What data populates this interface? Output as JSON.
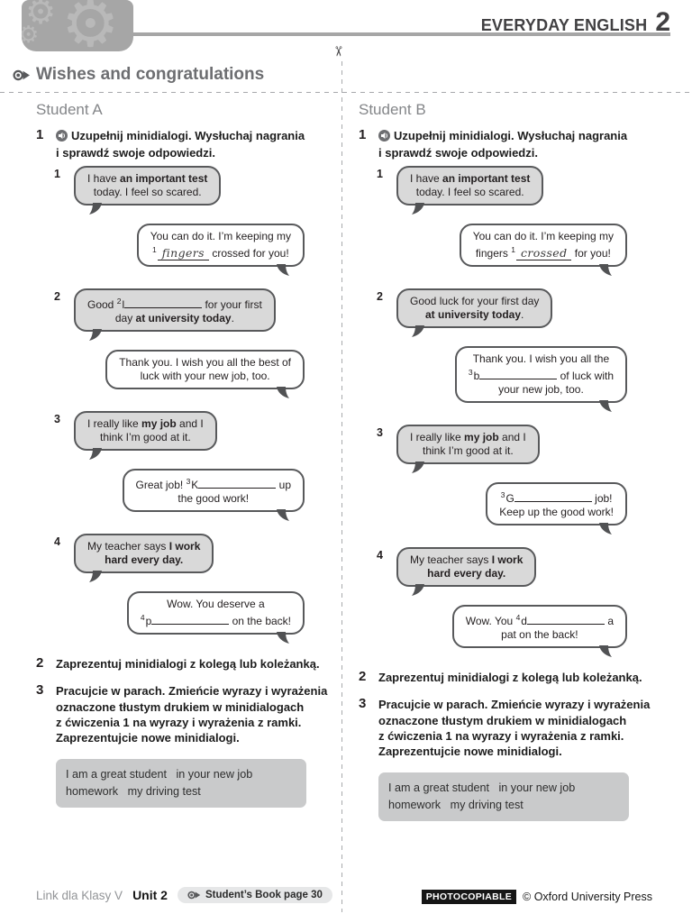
{
  "icons": {
    "gear": "⚙",
    "scissors": "✂"
  },
  "header": {
    "brand": "EVERYDAY ENGLISH",
    "number": "2",
    "section": "Wishes and congratulations"
  },
  "columns": [
    {
      "label": "Student A",
      "ex1_num": "1",
      "ex1_text": "Uzupełnij minidialogi. Wysłuchaj nagrania\ni sprawdź swoje odpowiedzi.",
      "dialogues": [
        {
          "num": "1",
          "bubbles": [
            {
              "tone": "gray",
              "side": "left",
              "lines": [
                [
                  {
                    "t": "I have "
                  },
                  {
                    "t": "an important test",
                    "b": true
                  }
                ],
                [
                  {
                    "t": "today. I feel so scared."
                  }
                ]
              ]
            },
            {
              "tone": "white",
              "side": "right",
              "lines": [
                [
                  {
                    "t": "You can do it. I’m keeping my"
                  }
                ],
                [
                  {
                    "t": "1",
                    "sup": true
                  },
                  {
                    "t": "fingers",
                    "hand": true
                  },
                  {
                    "t": " crossed for you!"
                  }
                ]
              ]
            }
          ]
        },
        {
          "num": "2",
          "bubbles": [
            {
              "tone": "gray",
              "side": "left",
              "lines": [
                [
                  {
                    "t": "Good "
                  },
                  {
                    "t": "2",
                    "sup": true
                  },
                  {
                    "t": "l"
                  },
                  {
                    "blank": 86
                  },
                  {
                    "t": " for your first"
                  }
                ],
                [
                  {
                    "t": "day "
                  },
                  {
                    "t": "at university today",
                    "b": true
                  },
                  {
                    "t": "."
                  }
                ]
              ]
            },
            {
              "tone": "white",
              "side": "right",
              "lines": [
                [
                  {
                    "t": "Thank you. I wish you all the best of"
                  }
                ],
                [
                  {
                    "t": "luck with your new job, too."
                  }
                ]
              ]
            }
          ]
        },
        {
          "num": "3",
          "bubbles": [
            {
              "tone": "gray",
              "side": "left",
              "lines": [
                [
                  {
                    "t": "I really like "
                  },
                  {
                    "t": "my job",
                    "b": true
                  },
                  {
                    "t": " and I"
                  }
                ],
                [
                  {
                    "t": "think I’m good at it."
                  }
                ]
              ]
            },
            {
              "tone": "white",
              "side": "right",
              "lines": [
                [
                  {
                    "t": "Great job! "
                  },
                  {
                    "t": "3",
                    "sup": true
                  },
                  {
                    "t": "K"
                  },
                  {
                    "blank": 86
                  },
                  {
                    "t": " up"
                  }
                ],
                [
                  {
                    "t": "the good work!"
                  }
                ]
              ]
            }
          ]
        },
        {
          "num": "4",
          "bubbles": [
            {
              "tone": "gray",
              "side": "left",
              "lines": [
                [
                  {
                    "t": "My teacher says "
                  },
                  {
                    "t": "I work",
                    "b": true
                  }
                ],
                [
                  {
                    "t": "hard every day.",
                    "b": true
                  }
                ]
              ]
            },
            {
              "tone": "white",
              "side": "right",
              "lines": [
                [
                  {
                    "t": "Wow. You deserve a"
                  }
                ],
                [
                  {
                    "t": "4",
                    "sup": true
                  },
                  {
                    "t": "p"
                  },
                  {
                    "blank": 86
                  },
                  {
                    "t": " on the back!"
                  }
                ]
              ]
            }
          ]
        }
      ],
      "ex2_num": "2",
      "ex2_text": "Zaprezentuj minidialogi z kolegą lub koleżanką.",
      "ex3_num": "3",
      "ex3_text": "Pracujcie w parach. Zmieńcie wyrazy i wyrażenia\noznaczone tłustym drukiem w minidialogach\nz ćwiczenia 1 na wyrazy i wyrażenia z ramki.\nZaprezentujcie nowe minidialogi.",
      "wordbox": "I am a great student   in your new job\nhomework   my driving test"
    },
    {
      "label": "Student B",
      "ex1_num": "1",
      "ex1_text": "Uzupełnij minidialogi. Wysłuchaj nagrania\ni sprawdź swoje odpowiedzi.",
      "dialogues": [
        {
          "num": "1",
          "bubbles": [
            {
              "tone": "gray",
              "side": "left",
              "lines": [
                [
                  {
                    "t": "I have "
                  },
                  {
                    "t": "an important test",
                    "b": true
                  }
                ],
                [
                  {
                    "t": "today. I feel so scared."
                  }
                ]
              ]
            },
            {
              "tone": "white",
              "side": "right",
              "lines": [
                [
                  {
                    "t": "You can do it. I’m keeping my"
                  }
                ],
                [
                  {
                    "t": "fingers "
                  },
                  {
                    "t": "1",
                    "sup": true
                  },
                  {
                    "t": "crossed",
                    "hand": true
                  },
                  {
                    "t": " for you!"
                  }
                ]
              ]
            }
          ]
        },
        {
          "num": "2",
          "bubbles": [
            {
              "tone": "gray",
              "side": "left",
              "lines": [
                [
                  {
                    "t": "Good luck for your first day"
                  }
                ],
                [
                  {
                    "t": "at university today",
                    "b": true
                  },
                  {
                    "t": "."
                  }
                ]
              ]
            },
            {
              "tone": "white",
              "side": "right",
              "lines": [
                [
                  {
                    "t": "Thank you. I wish you all the"
                  }
                ],
                [
                  {
                    "t": "3",
                    "sup": true
                  },
                  {
                    "t": "b"
                  },
                  {
                    "blank": 86
                  },
                  {
                    "t": " of luck with"
                  }
                ],
                [
                  {
                    "t": "your new job, too."
                  }
                ]
              ]
            }
          ]
        },
        {
          "num": "3",
          "bubbles": [
            {
              "tone": "gray",
              "side": "left",
              "lines": [
                [
                  {
                    "t": "I really like "
                  },
                  {
                    "t": "my job",
                    "b": true
                  },
                  {
                    "t": " and I"
                  }
                ],
                [
                  {
                    "t": "think I’m good at it."
                  }
                ]
              ]
            },
            {
              "tone": "white",
              "side": "right",
              "lines": [
                [
                  {
                    "t": "3",
                    "sup": true
                  },
                  {
                    "t": "G"
                  },
                  {
                    "blank": 86
                  },
                  {
                    "t": " job!"
                  }
                ],
                [
                  {
                    "t": "Keep up the good work!"
                  }
                ]
              ]
            }
          ]
        },
        {
          "num": "4",
          "bubbles": [
            {
              "tone": "gray",
              "side": "left",
              "lines": [
                [
                  {
                    "t": "My teacher says "
                  },
                  {
                    "t": "I work",
                    "b": true
                  }
                ],
                [
                  {
                    "t": "hard every day.",
                    "b": true
                  }
                ]
              ]
            },
            {
              "tone": "white",
              "side": "right",
              "lines": [
                [
                  {
                    "t": "Wow. You "
                  },
                  {
                    "t": "4",
                    "sup": true
                  },
                  {
                    "t": "d"
                  },
                  {
                    "blank": 86
                  },
                  {
                    "t": " a"
                  }
                ],
                [
                  {
                    "t": "pat on the back!"
                  }
                ]
              ]
            }
          ]
        }
      ],
      "ex2_num": "2",
      "ex2_text": "Zaprezentuj minidialogi z kolegą lub koleżanką.",
      "ex3_num": "3",
      "ex3_text": "Pracujcie w parach. Zmieńcie wyrazy i wyrażenia\noznaczone tłustym drukiem w minidialogach\nz ćwiczenia 1 na wyrazy i wyrażenia z ramki.\nZaprezentujcie nowe minidialogi.",
      "wordbox": "I am a great student   in your new job\nhomework   my driving test"
    }
  ],
  "footer": {
    "series": "Link dla Klasy V",
    "unit": "Unit 2",
    "book_ref": "Student’s Book page 30",
    "photocopiable": "PHOTOCOPIABLE",
    "copyright": "© Oxford University Press"
  }
}
